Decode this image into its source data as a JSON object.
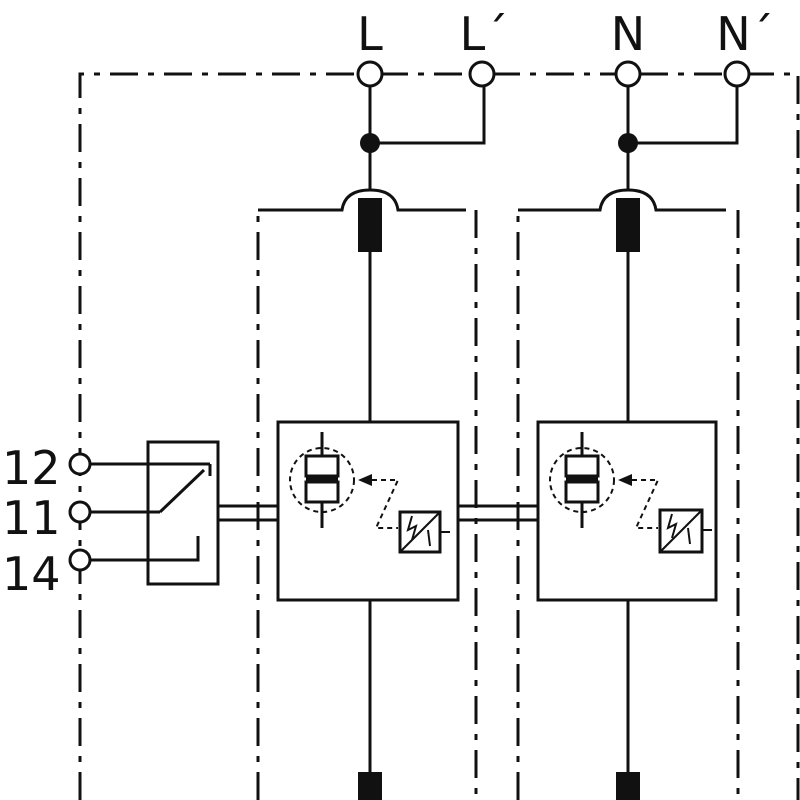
{
  "terminals_top": {
    "l": "L",
    "l_prime": "L´",
    "n": "N",
    "n_prime": "N´"
  },
  "terminals_left": {
    "t12": "12",
    "t11": "11",
    "t14": "14"
  },
  "colors": {
    "line": "#111111",
    "background": "#ffffff"
  }
}
